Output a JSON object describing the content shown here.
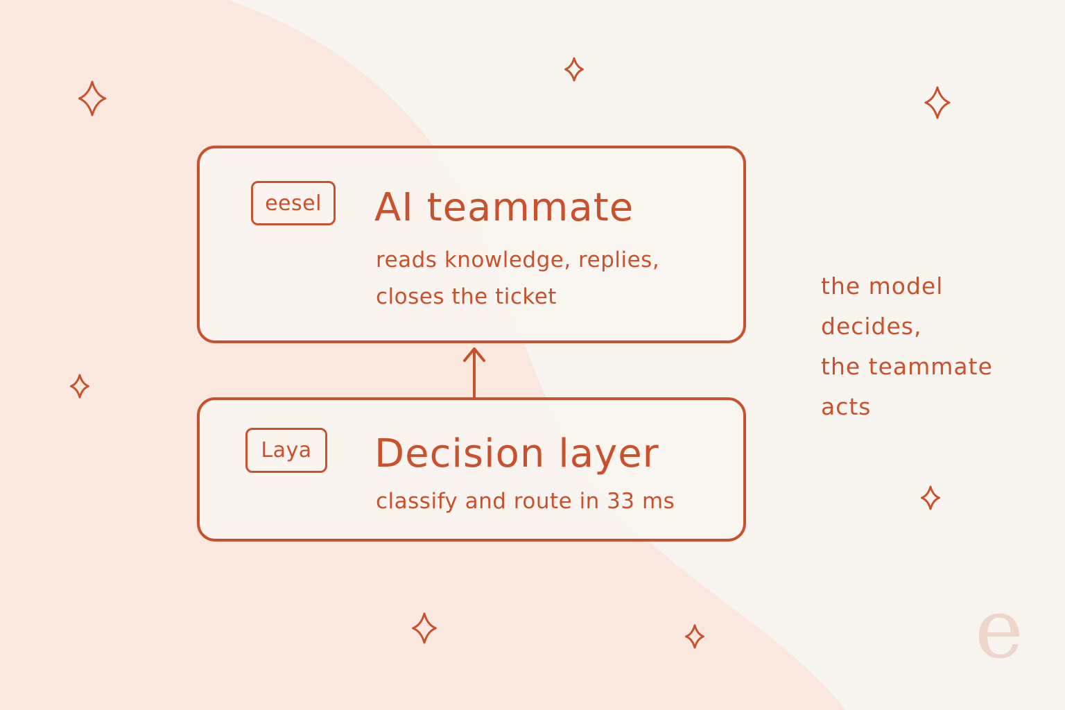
{
  "colors": {
    "accent": "#c9512b",
    "background": "#f8f5f1",
    "blob": "#fbded4",
    "logo": "#eed6cc"
  },
  "diagram": {
    "top_box": {
      "tag": "eesel",
      "title": "AI teammate",
      "description_lines": [
        "reads knowledge, replies,",
        "closes the ticket"
      ]
    },
    "bottom_box": {
      "tag": "Laya",
      "title": "Decision layer",
      "description_lines": [
        "classify and route in 33 ms"
      ]
    },
    "connector": {
      "direction": "bottom-to-top",
      "icon": "arrow-up-icon"
    }
  },
  "side_note": {
    "lines": [
      "the model",
      "decides,",
      "the teammate",
      "acts"
    ]
  },
  "decorations": {
    "sparkle_icon": "sparkle-icon",
    "logo_letter": "e"
  }
}
